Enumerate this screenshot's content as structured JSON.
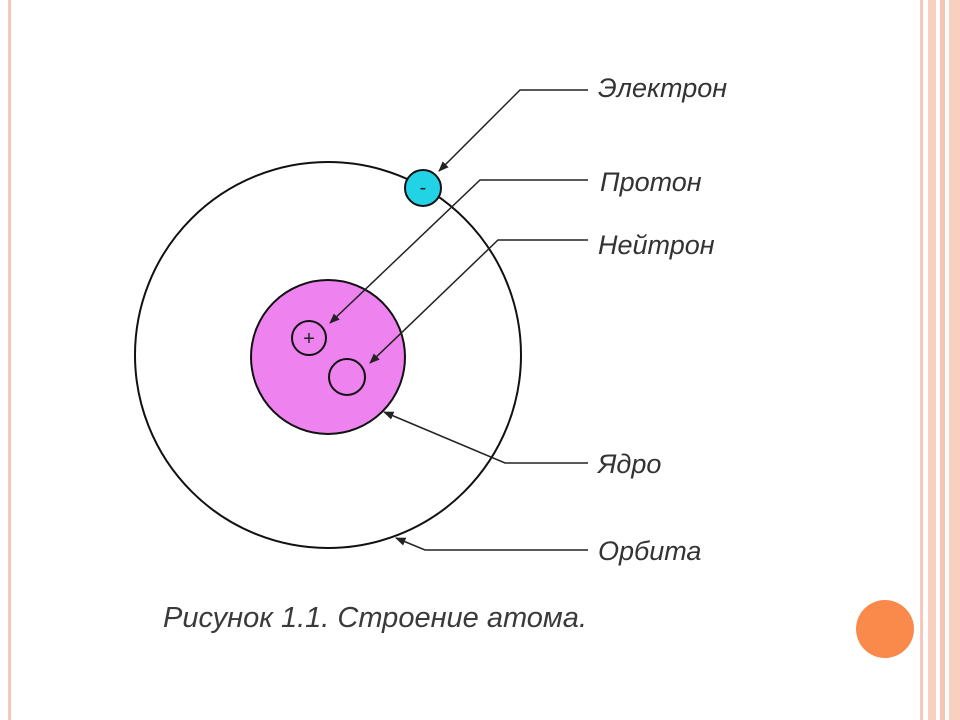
{
  "labels": {
    "electron": "Электрон",
    "proton": "Протон",
    "neutron": "Нейтрон",
    "nucleus": "Ядро",
    "orbit": "Орбита"
  },
  "signs": {
    "electron": "-",
    "proton": "+"
  },
  "caption": "Рисунок 1.1. Строение атома.",
  "colors": {
    "nucleus": "#ee82ee",
    "electron": "#22d3e6",
    "accent_dot": "#f98a4c",
    "frame": "#f7c8b8"
  }
}
